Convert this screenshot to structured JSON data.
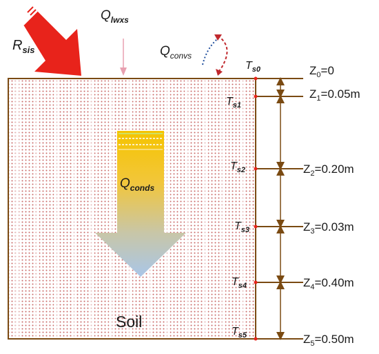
{
  "labels": {
    "r_sis": {
      "main": "R",
      "sub": "sis"
    },
    "q_lwxs": {
      "main": "Q",
      "sub": "lwxs"
    },
    "q_convs": {
      "main": "Q",
      "sub": "convs"
    },
    "q_conds": {
      "main": "Q",
      "sub": "conds"
    },
    "soil": "Soil"
  },
  "temperatures": [
    {
      "main": "T",
      "sub": "s0"
    },
    {
      "main": "T",
      "sub": "s1"
    },
    {
      "main": "T",
      "sub": "s2"
    },
    {
      "main": "T",
      "sub": "s3"
    },
    {
      "main": "T",
      "sub": "s4"
    },
    {
      "main": "T",
      "sub": "s5"
    }
  ],
  "depths": [
    {
      "main": "Z",
      "sub": "0",
      "value": "=0"
    },
    {
      "main": "Z",
      "sub": "1",
      "value": "=0.05m"
    },
    {
      "main": "Z",
      "sub": "2",
      "value": "=0.20m"
    },
    {
      "main": "Z",
      "sub": "3",
      "value": "=0.03m"
    },
    {
      "main": "Z",
      "sub": "4",
      "value": "=0.40m"
    },
    {
      "main": "Z",
      "sub": "5",
      "value": "=0.50m"
    }
  ],
  "colors": {
    "soil_line": "#7a4a12",
    "soil_dots": "#c0504d",
    "radiation_arrow": "#e8231b",
    "conduction_top": "#f5c400",
    "conduction_bottom": "#a9c6e8",
    "convection_blue": "#1f4e9c",
    "convection_red": "#c0282d",
    "longwave_arrow": "#e8a0b0",
    "node_marker": "#e8231b"
  }
}
